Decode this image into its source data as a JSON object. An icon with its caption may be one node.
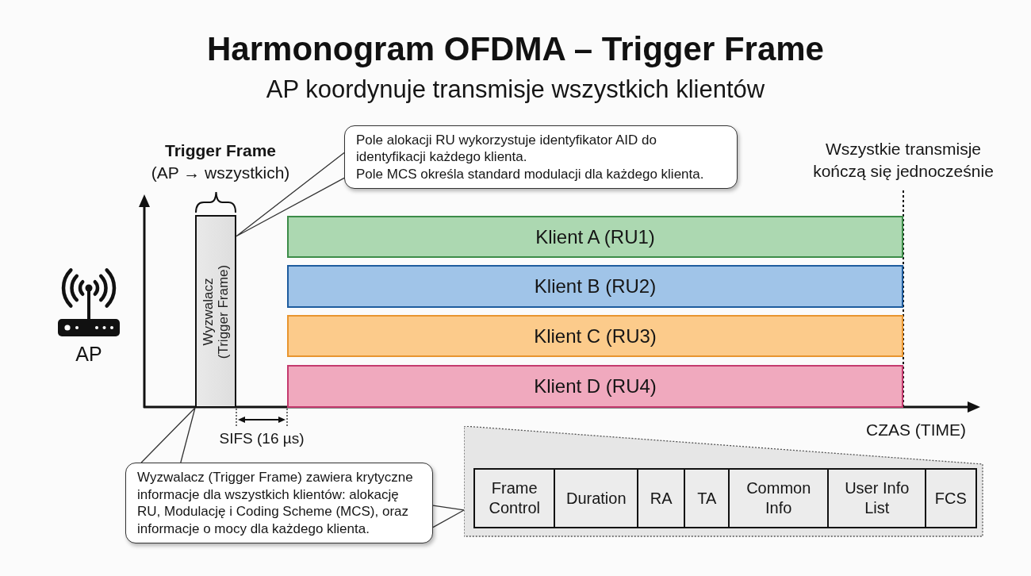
{
  "diagram": {
    "title": "Harmonogram OFDMA – Trigger Frame",
    "nodes": [
      {
        "text": [
          "Wyzwalacz (Trigger Frame)"
        ],
        "beside": [
          "Trigger Frame",
          "(AP → wszystkich)"
        ]
      },
      {
        "text": [
          "Pole alokacji RU wykorzystuje identyfikator AID do identyfikacji każdego klienta.",
          "Pole MCS określa standard modulacji dla każdego klienta."
        ]
      },
      {
        "text": [
          "Klient A (RU1)"
        ]
      },
      {
        "text": [
          "Klient B (RU2)"
        ]
      },
      {
        "text": [
          "Klient C (RU3)"
        ]
      },
      {
        "text": [
          "Klient D (RU4)"
        ]
      },
      {
        "text": [
          "Wyzwalacz (Trigger Frame) zawiera krytyczne informacje dla wszystkich klientów: alokację RU, Modulację i Coding Scheme (MCS), oraz informacje o mocy dla każdego klienta."
        ]
      },
      {
        "text": [],
        "shape": "box"
      },
      {
        "text": [
          "Frame Control"
        ],
        "in": 7
      },
      {
        "text": [
          "Duration"
        ],
        "in": 7
      },
      {
        "text": [
          "RA"
        ],
        "in": 7
      },
      {
        "text": [
          "TA"
        ],
        "in": 7
      },
      {
        "text": [
          "Common Info"
        ],
        "in": 7
      },
      {
        "text": [
          "User Info List"
        ],
        "in": 7
      },
      {
        "text": [
          "FCS"
        ],
        "in": 7
      }
    ],
    "edges": [
      {
        "from": 1,
        "to": 0,
        "arrow": "none"
      },
      {
        "from": 6,
        "to": 0,
        "arrow": "none"
      },
      {
        "from": 6,
        "to": 7,
        "arrow": "none"
      }
    ],
    "labels": [
      "AP koordynuje transmisje wszystkich klientów",
      "Wszystkie transmisje kończą się jednocześnie",
      "AP",
      "SIFS (16 µs)",
      "CZAS (TIME)"
    ]
  }
}
